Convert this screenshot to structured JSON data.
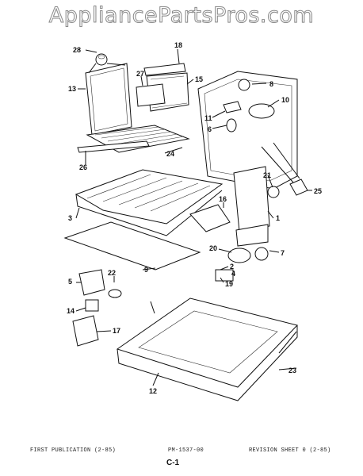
{
  "watermark": "AppliancePartsPros.com",
  "callouts": [
    "28",
    "18",
    "13",
    "27",
    "15",
    "8",
    "10",
    "11",
    "6",
    "24",
    "26",
    "21",
    "25",
    "16",
    "3",
    "1",
    "20",
    "7",
    "2",
    "19",
    "9",
    "5",
    "22",
    "14",
    "17",
    "4",
    "23",
    "12"
  ],
  "footer": {
    "left": "FIRST PUBLICATION (2-85)",
    "center": "PM-1537-00",
    "right": "REVISION SHEET 0 (2-85)"
  },
  "page_label": "C-1"
}
